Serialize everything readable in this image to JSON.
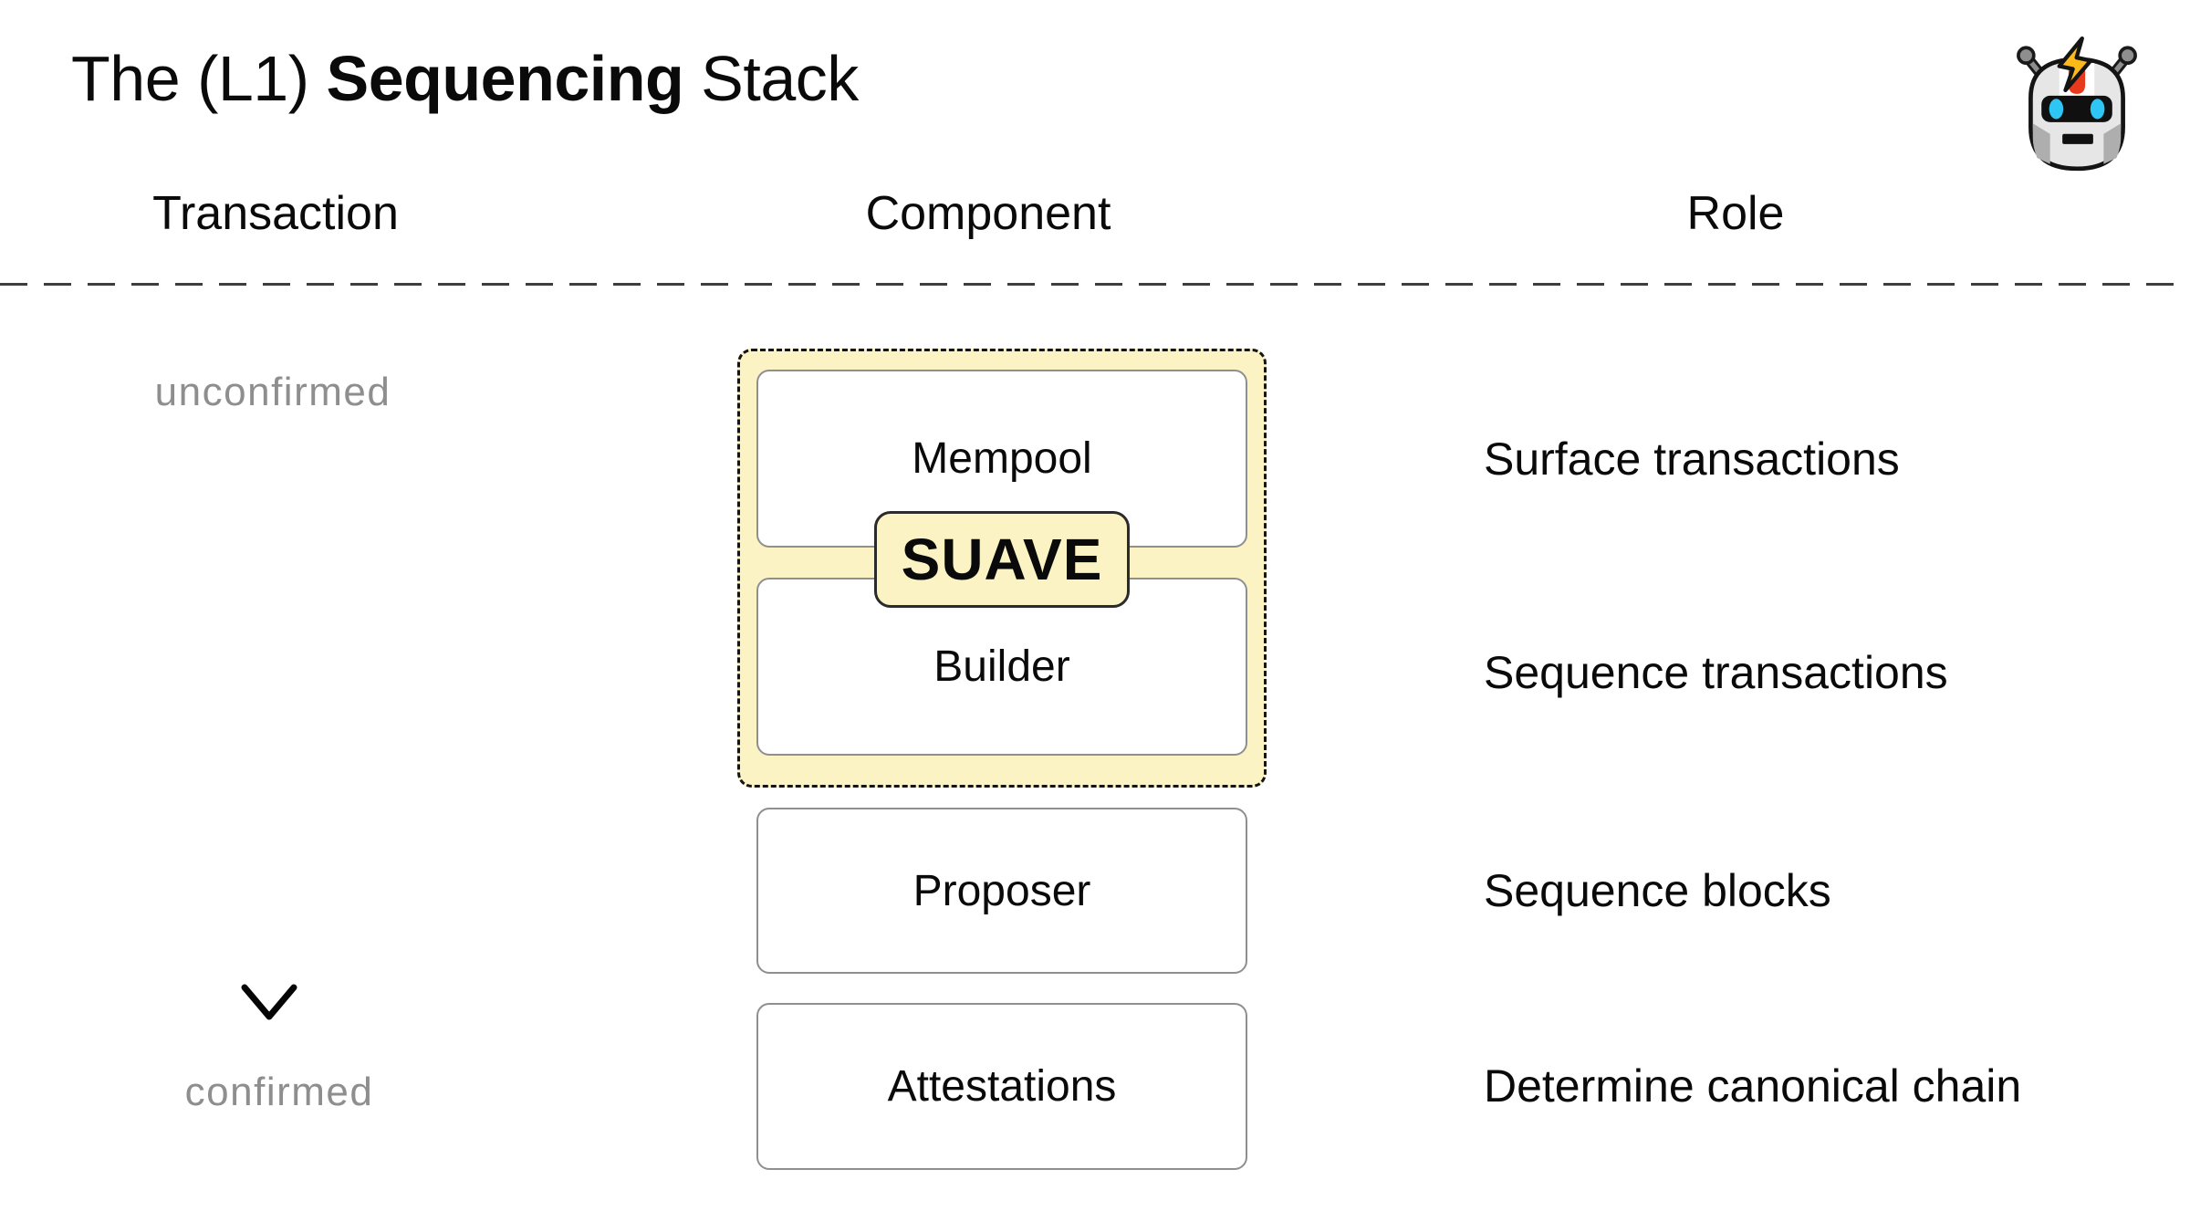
{
  "title": {
    "prefix": "The (L1) ",
    "bold": "Sequencing",
    "suffix": " Stack"
  },
  "header_icon": {
    "name": "robot-with-lightning-bolt"
  },
  "columns": [
    {
      "label": "Transaction"
    },
    {
      "label": "Component"
    },
    {
      "label": "Role"
    }
  ],
  "flow": {
    "start_label": "unconfirmed",
    "end_label": "confirmed"
  },
  "suave": {
    "badge": "SUAVE"
  },
  "rows": [
    {
      "component": "Mempool",
      "role": "Surface transactions",
      "inside_suave": true
    },
    {
      "component": "Builder",
      "role": "Sequence transactions",
      "inside_suave": true
    },
    {
      "component": "Proposer",
      "role": "Sequence blocks",
      "inside_suave": false
    },
    {
      "component": "Attestations",
      "role": "Determine canonical chain",
      "inside_suave": false
    }
  ],
  "colors": {
    "suave_fill": "#FBF3C3",
    "suave_container_border": "#141414",
    "suave_badge_border": "#2b2b2b",
    "node_border": "#8f8f8f",
    "muted_text": "#8e8e8e",
    "text": "#0a0a0a",
    "divider": "#3d3d3d",
    "robot_eye": "#2EC6F5",
    "robot_stripe": "#E8391D",
    "bolt": "#FBBA1A"
  }
}
